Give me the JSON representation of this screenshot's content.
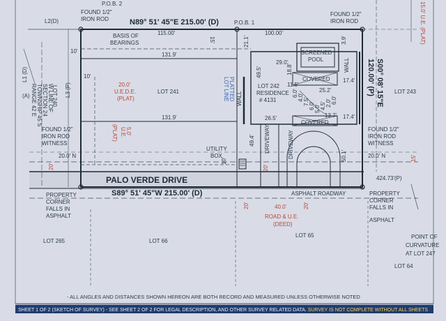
{
  "top": {
    "pob2": "P.O.B. 2",
    "found_rod_top_left_1": "FOUND 1/2\"",
    "found_rod_top_left_2": "IRON ROD",
    "north_bearing": "N89° 51' 45\"E   215.00' (D)",
    "pob1": "P.O.B. 1",
    "found_rod_top_right_1": "FOUND 1/2\"",
    "found_rod_top_right_2": "IRON ROD",
    "corner_clip": "15.0' U.E. (PLAT)"
  },
  "left": {
    "l2": "L2(D)",
    "l1": "L1 (D)",
    "l3": "L3 (P)",
    "a": "(A)",
    "lot240": "LOT 240",
    "wline_1": "W LINE OF",
    "wline_2": "SECTION 24",
    "wline_3": "TOWNSHIP 45 S",
    "wline_4": "RANGE 42 E",
    "found_left_1": "FOUND 1/2\"",
    "found_left_2": "IRON ROD",
    "found_left_3": "WITNESS",
    "found_left_4": "20.0' N",
    "prop_left_1": "PROPERTY",
    "prop_left_2": "CORNER",
    "prop_left_3": "FALLS IN",
    "prop_left_4": "ASPHALT",
    "lot265": "LOT 265",
    "dim_10": "10'",
    "dim_10b": "10'",
    "dim_20": "20'"
  },
  "lot": {
    "basis_1": "BASIS OF",
    "basis_2": "BEARINGS",
    "top_115": "115.00'",
    "top_100": "100.00'",
    "d15": "15'",
    "d131a": "131.9'",
    "d131b": "131.9'",
    "ude_1": "20.0'",
    "ude_2": "U.E.D.E.",
    "ude_3": "(PLAT)",
    "lot241": "LOT 241",
    "ue5_1": "5.0'",
    "ue5_2": "U.E.",
    "ue5_3": "(PLAT)",
    "platted_1": "PLATTED",
    "platted_2": "LOT LINE",
    "wall_left": "WALL",
    "d21": "21.1'",
    "d49": "49.5'",
    "d49b": "49.4'",
    "d29": "29.0'",
    "d18": "18.8'",
    "screened_1": "SCREENED",
    "screened_2": "POOL",
    "covered1": "COVERED",
    "covered2": "COVERED",
    "lot242_1": "LOT 242",
    "lot242_2": "RESIDENCE",
    "lot242_3": "# 4131",
    "d11": "11.5'",
    "d25": "25.2'",
    "d17a": "17.4'",
    "d17b": "17.4'",
    "d26": "26.5'",
    "d13": "13.7'",
    "d50": "50.1'",
    "d3": "3.9'",
    "wall_right": "WALL",
    "driveway1": "DRIVEWAY",
    "driveway2": "DRIVEWAY",
    "utility_1": "UTILITY",
    "utility_2": "BOX",
    "d10c": "10'",
    "d20b": "20'",
    "small_dims": [
      "6.0'",
      "4.0'",
      "7.5'",
      "6.0'",
      "5.0'",
      "4.5'",
      "2.0'",
      "6.0'"
    ]
  },
  "right": {
    "south_bearing": "S00° 08' 15\"E",
    "south_dist": "120.00' (P)",
    "lot243": "LOT 243",
    "found_right_1": "FOUND 1/2\"",
    "found_right_2": "IRON ROD",
    "found_right_3": "WITNESS",
    "found_right_4": "20.0' N",
    "d424": "424.73'(P)",
    "prop_right_1": "PROPERTY",
    "prop_right_2": "CORNER",
    "prop_right_3": "FALLS IN",
    "prop_right_4": "ASPHALT",
    "poc_1": "POINT OF",
    "poc_2": "CURVATURE",
    "poc_3": "AT LOT 247",
    "lot64": "LOT 64",
    "d15r": "15'"
  },
  "road": {
    "name": "PALO VERDE DRIVE",
    "south_bearing": "S89° 51' 45\"W   215.00' (D)",
    "asphalt": "ASPHALT ROADWAY",
    "d40": "40.0'",
    "road_ue_1": "ROAD & U.E.",
    "road_ue_2": "(DEED)",
    "d20c": "20'",
    "d20d": "20'",
    "lot66": "LOT 66",
    "lot65": "LOT 65"
  },
  "footer": {
    "note": "- ALL ANGLES AND DISTANCES SHOWN HEREON ARE BOTH RECORD AND MEASURED UNLESS OTHERWISE NOTED",
    "sheet_label": "SHEET 1 OF 2 (SKETCH OF SURVEY)",
    "sheet_rest": " - SEE SHEET 2 OF 2 FOR LEGAL DESCRIPTION, AND OTHER SURVEY RELATED DATA.",
    "sheet_warn": " SURVEY IS NOT COMPLETE WITHOUT ALL SHEETS"
  },
  "colors": {
    "paper": "#d9dce6",
    "ink": "#1e2a38",
    "red": "#b5473b",
    "blue": "#3f66b0",
    "bar": "#1f3c6e"
  }
}
